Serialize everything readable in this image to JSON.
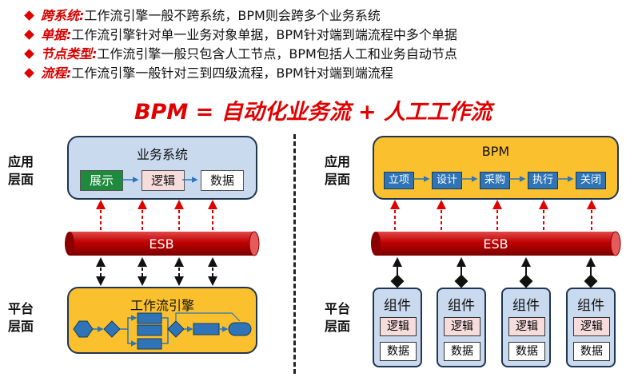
{
  "bullets": [
    {
      "term": "跨系统:",
      "text": "工作流引擎一般不跨系统，BPM则会跨多个业务系统"
    },
    {
      "term": "单据:",
      "text": "工作流引擎针对单一业务对象单据，BPM针对端到端流程中多个单据"
    },
    {
      "term": "节点类型:",
      "text": "工作流引擎一般只包含人工节点，BPM包括人工和业务自动节点"
    },
    {
      "term": "流程:",
      "text": "工作流引擎一般针对三到四级流程，BPM针对端到端流程"
    }
  ],
  "formula": "BPM = 自动化业务流 + 人工工作流",
  "labels": {
    "app_layer": "应用 层面",
    "platform_layer": "平台 层面"
  },
  "left": {
    "business_system": "业务系统",
    "display": "展示",
    "logic": "逻辑",
    "data": "数据",
    "esb": "ESB",
    "workflow_engine": "工作流引擎"
  },
  "right": {
    "bpm": "BPM",
    "stages": [
      "立项",
      "设计",
      "采购",
      "执行",
      "关闭"
    ],
    "esb": "ESB",
    "components": [
      {
        "title": "组件",
        "logic": "逻辑",
        "data": "数据"
      },
      {
        "title": "组件",
        "logic": "逻辑",
        "data": "数据"
      },
      {
        "title": "组件",
        "logic": "逻辑",
        "data": "数据"
      },
      {
        "title": "组件",
        "logic": "逻辑",
        "data": "数据"
      }
    ]
  },
  "colors": {
    "accent_red": "#e00000",
    "esb_red": "#c00000",
    "app_blue": "#c9d9ee",
    "engine_yellow": "#fbc02d",
    "display_green": "#1e8a3c",
    "stage_blue": "#2e74b6"
  }
}
